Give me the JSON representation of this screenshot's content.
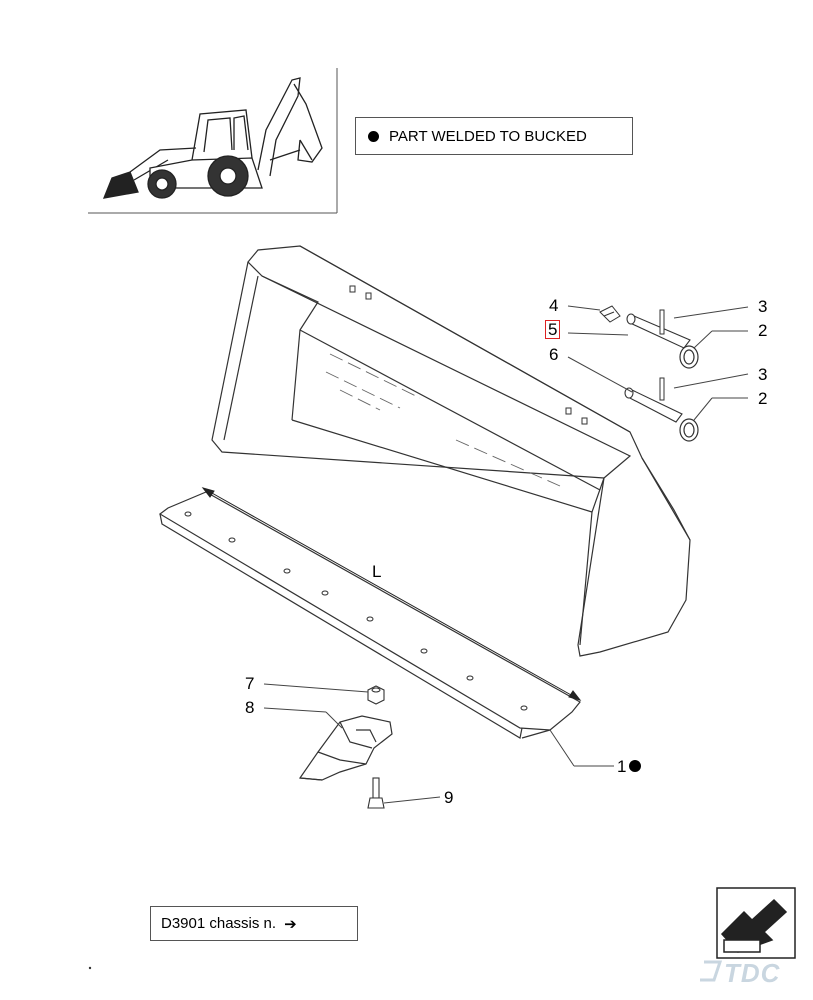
{
  "legend": {
    "text": "PART WELDED TO BUCKED",
    "symbol": "filled-circle"
  },
  "chassis_note": {
    "text": "D3901 chassis n.",
    "arrow_icon": "arrow-right-icon"
  },
  "dimension": {
    "label": "L"
  },
  "callouts": [
    {
      "id": "c4",
      "text": "4"
    },
    {
      "id": "c5",
      "text": "5",
      "highlighted": true
    },
    {
      "id": "c6",
      "text": "6"
    },
    {
      "id": "c3a",
      "text": "3"
    },
    {
      "id": "c2a",
      "text": "2"
    },
    {
      "id": "c3b",
      "text": "3"
    },
    {
      "id": "c2b",
      "text": "2"
    },
    {
      "id": "c7",
      "text": "7"
    },
    {
      "id": "c8",
      "text": "8"
    },
    {
      "id": "c9",
      "text": "9"
    },
    {
      "id": "c1",
      "text": "1"
    }
  ],
  "watermark": {
    "text": "TDC"
  },
  "colors": {
    "line": "#333333",
    "highlight": "#dd2222",
    "watermark": "#c9d6e0"
  },
  "icons": [
    "backhoe-loader-icon",
    "filled-circle-icon",
    "arrow-right-icon",
    "page-turn-icon",
    "tdc-logo-icon"
  ]
}
